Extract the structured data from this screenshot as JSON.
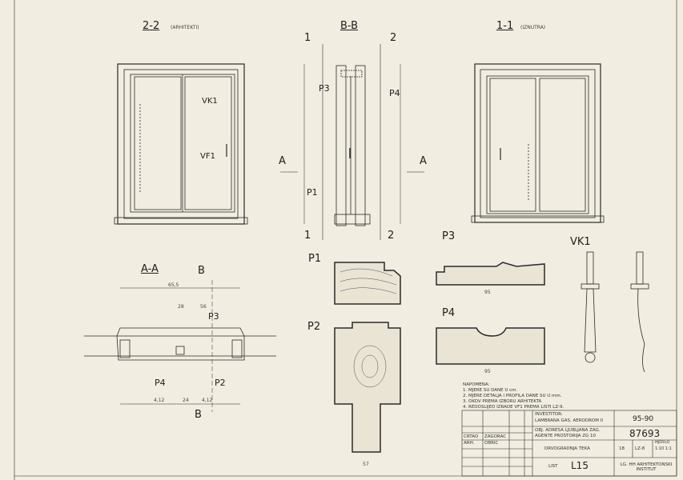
{
  "views": {
    "v22": {
      "title": "2-2",
      "note": "(ARHITEKTI)",
      "vk1": "VK1",
      "vf1": "VF1"
    },
    "bb": {
      "title": "B-B",
      "cut1": "1",
      "cut2": "2",
      "a_left": "A",
      "a_right": "A",
      "p3": "P3",
      "p4": "P4",
      "p1": "P1",
      "cut1b": "1",
      "cut2b": "2"
    },
    "v11": {
      "title": "1-1",
      "note": "(IZNUTRA)"
    },
    "aa": {
      "title": "A-A",
      "b_top": "B",
      "b_bottom": "B",
      "p3": "P3",
      "p4": "P4",
      "p2": "P2",
      "dims": [
        "65,5",
        "28",
        "56",
        "4,12",
        "24",
        "4,12"
      ]
    },
    "profiles": {
      "p1": "P1",
      "p2": "P2",
      "p3": "P3",
      "p4": "P4",
      "vk1": "VK1",
      "p3_width": "95",
      "p4_width": "95",
      "p2_width": "57"
    }
  },
  "notes": {
    "heading": "NAPOMENA:",
    "lines": [
      "1. MJERE SU DANE U cm.",
      "2. MJERE DETALJA I PROFILA DANE SU U mm.",
      "3. OKOV PREMA IZBORU ARHITEKTA",
      "4. REDOSLIJED IZRADE VF1 PREMA LISTI LZ-9."
    ]
  },
  "title_block": {
    "designer_row": [
      "CRTAO",
      "ZAGORAC"
    ],
    "checked_row": [
      "ARH.",
      "OBRIC"
    ],
    "project_label": "INVESTITOR:",
    "project": "LAMBRANA GAS. AERODROM II",
    "date": "95-90",
    "description_1": "OBJ. ADRESA LJUBLJANA ZAG.",
    "description_2": "AGENTE PROSTORIJA ZG 10",
    "drawing_no": "87693",
    "element": "DRVOGRADNJA TEKA",
    "sheet": "18",
    "code": "LZ-8",
    "scale_label": "MJERILO",
    "scale": "1:10 1:1",
    "list_label": "LIST",
    "list_no": "L15",
    "company": "LG. HH ARHITEKTONSKI INSTITUT"
  }
}
